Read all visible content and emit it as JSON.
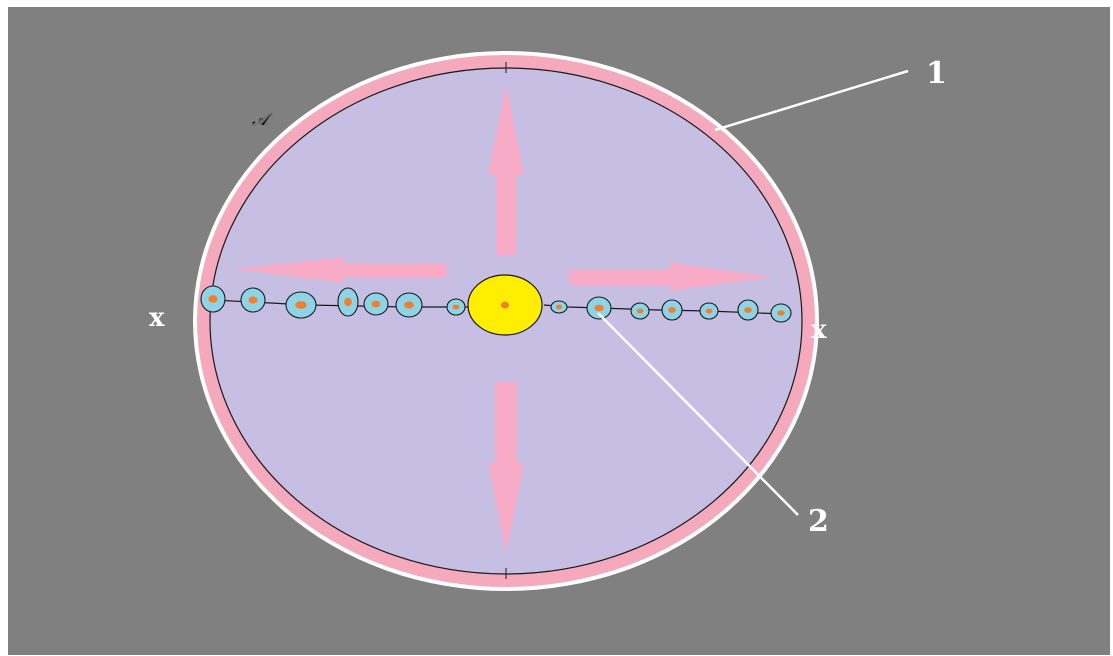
{
  "colors": {
    "background": "#808080",
    "rim_outer": "#ffffff",
    "rim": "#f4a9bd",
    "disk_fill": "#c6bfe3",
    "disk_stroke": "#1a1a1a",
    "arrow": "#f8abc6",
    "center_body": "#ffee00",
    "cell_fill": "#8fd3e6",
    "cell_core": "#f08030",
    "leader_line": "#ffffff",
    "label_text": "#ffffff"
  },
  "labels": {
    "axis_left": "x",
    "axis_right": "x",
    "callout_1": "1",
    "callout_2": "2",
    "corner_mark": "𝒜"
  },
  "diagram": {
    "parts": [
      "rim",
      "disk",
      "center-body",
      "cells",
      "radial-arrows"
    ]
  }
}
